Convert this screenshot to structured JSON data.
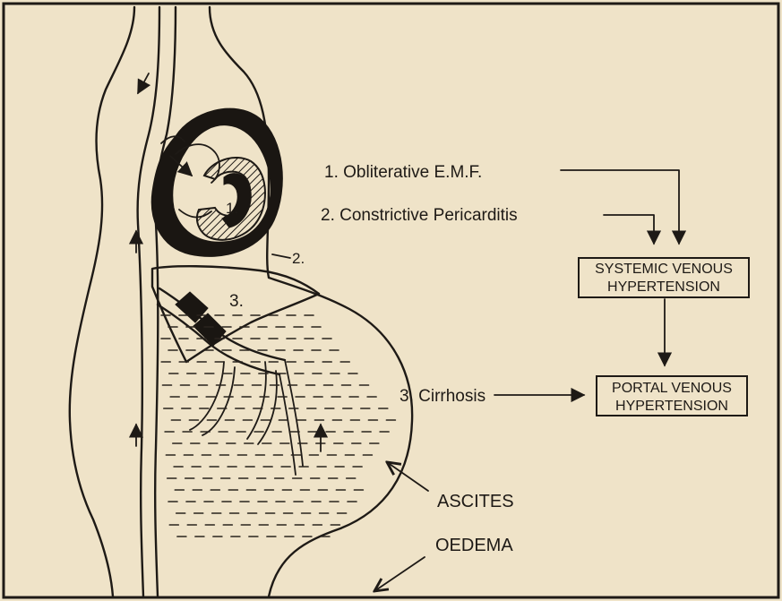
{
  "diagram": {
    "labels": {
      "cause_1": "1. Obliterative  E.M.F.",
      "cause_2": "2. Constrictive  Pericarditis",
      "cause_3": "3. Cirrhosis",
      "systemic_line1": "SYSTEMIC VENOUS",
      "systemic_line2": "HYPERTENSION",
      "portal_line1": "PORTAL VENOUS",
      "portal_line2": "HYPERTENSION",
      "ascites": "ASCITES",
      "oedema": "OEDEMA",
      "heart_marker_1": "1.",
      "heart_marker_2": "2.",
      "liver_marker_3": "3."
    },
    "colors": {
      "paper": "#efe3c8",
      "ink": "#1e1a16"
    }
  }
}
